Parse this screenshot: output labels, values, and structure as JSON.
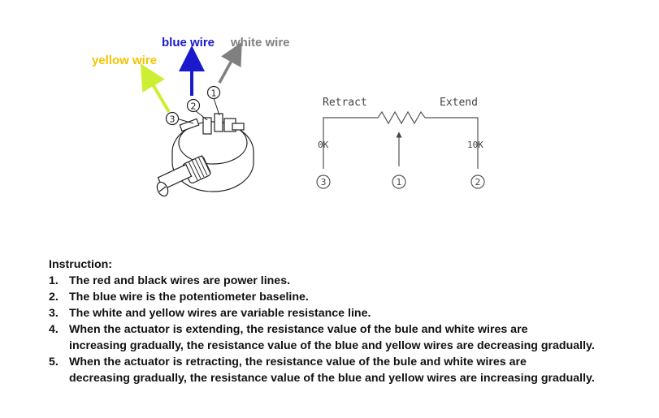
{
  "labels": {
    "blue_wire": "blue wire",
    "white_wire": "white wire",
    "yellow_wire": "yellow wire"
  },
  "schematic": {
    "retract": "Retract",
    "extend": "Extend",
    "left_value": "0K",
    "right_value": "10K",
    "pin_left": "3",
    "pin_middle": "1",
    "pin_right": "2"
  },
  "pot_pins": {
    "p1": "1",
    "p2": "2",
    "p3": "3"
  },
  "instructions": {
    "heading": "Instruction:",
    "items": [
      {
        "num": "1.",
        "text": "The red and black wires are power lines."
      },
      {
        "num": "2.",
        "text": "The blue wire is the potentiometer baseline."
      },
      {
        "num": "3.",
        "text": "The white and yellow wires are variable resistance line."
      },
      {
        "num": "4.",
        "text": "When the actuator is extending, the resistance value of the bule and white wires are",
        "text2": "increasing gradually, the resistance value of the blue and yellow wires are decreasing gradually."
      },
      {
        "num": "5.",
        "text": "When the actuator is retracting, the resistance value of the bule and white wires are",
        "text2": "decreasing gradually, the resistance value of the blue and yellow wires are increasing gradually."
      }
    ]
  },
  "colors": {
    "blue_wire": "#1a1acc",
    "white_wire": "#808080",
    "yellow_wire": "#f2c400",
    "yellow_arrow": "#ccee33"
  }
}
